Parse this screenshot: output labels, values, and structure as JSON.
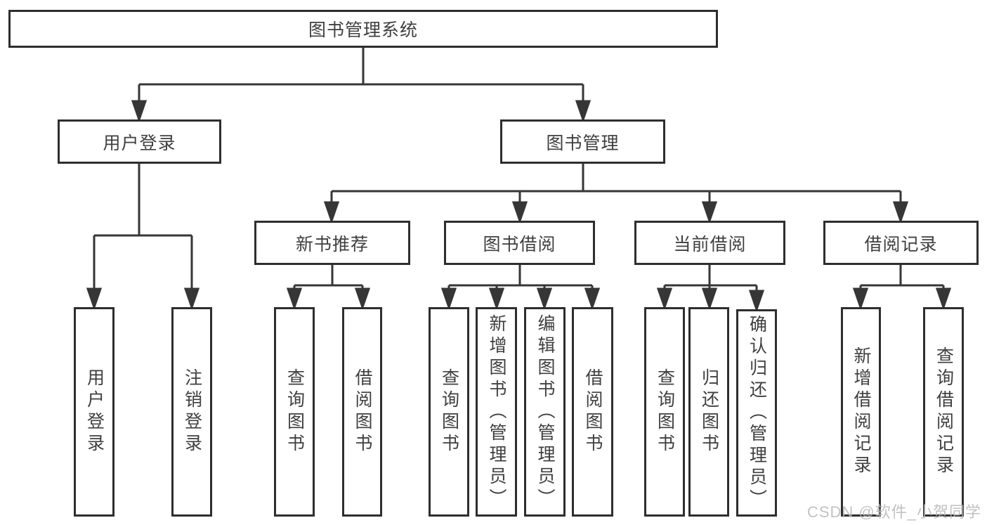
{
  "diagram_type": "hierarchy-org-chart",
  "tree": {
    "root": {
      "label": "图书管理系统",
      "children": [
        {
          "label": "用户登录",
          "children": [
            {
              "label": "用户登录"
            },
            {
              "label": "注销登录"
            }
          ]
        },
        {
          "label": "图书管理",
          "children": [
            {
              "label": "新书推荐",
              "children": [
                {
                  "label": "查询图书"
                },
                {
                  "label": "借阅图书"
                }
              ]
            },
            {
              "label": "图书借阅",
              "children": [
                {
                  "label": "查询图书"
                },
                {
                  "label": "新增图书（管理员）"
                },
                {
                  "label": "编辑图书（管理员）"
                },
                {
                  "label": "借阅图书"
                }
              ]
            },
            {
              "label": "当前借阅",
              "children": [
                {
                  "label": "查询图书"
                },
                {
                  "label": "归还图书"
                },
                {
                  "label": "确认归还（管理员）"
                }
              ]
            },
            {
              "label": "借阅记录",
              "children": [
                {
                  "label": "新增借阅记录"
                },
                {
                  "label": "查询借阅记录"
                }
              ]
            }
          ]
        }
      ]
    }
  },
  "watermark": {
    "text": "CSDN @软件_小贺同学"
  },
  "colors": {
    "background": "#ffffff",
    "box_border": "#2e2e2e",
    "connector": "#363636",
    "text": "#3f3f3f",
    "watermark_text": "#b8b8b8"
  }
}
